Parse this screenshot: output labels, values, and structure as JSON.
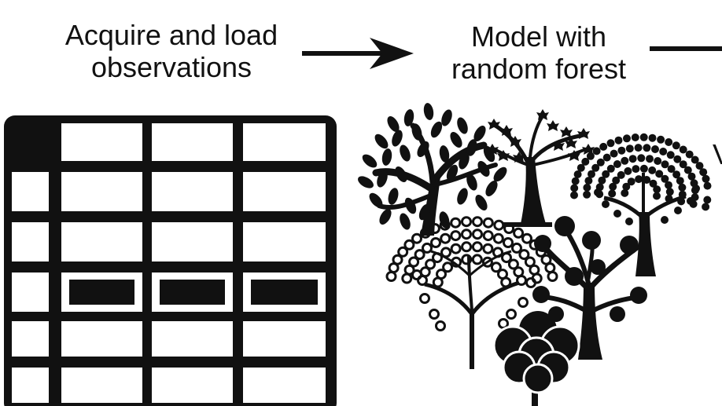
{
  "steps": [
    {
      "line1": "Acquire and load",
      "line2": "observations",
      "icon": "data-table-icon"
    },
    {
      "line1": "Model with",
      "line2": "random forest",
      "icon": "forest-trees-icon"
    },
    {
      "line1": "V",
      "line2": "",
      "icon": ""
    }
  ],
  "flow": {
    "connector_icon": "right-arrow-icon"
  },
  "table": {
    "columns": 4,
    "rows": 6,
    "highlighted_row": 4
  },
  "colors": {
    "ink": "#111111",
    "background": "#ffffff"
  }
}
